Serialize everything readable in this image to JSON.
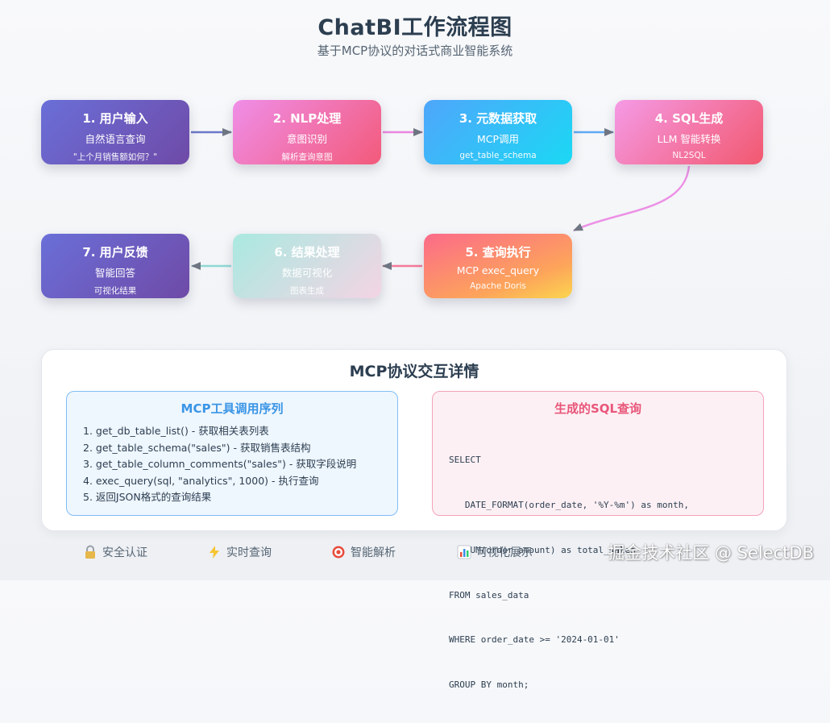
{
  "header": {
    "title": "ChatBI工作流程图",
    "subtitle": "基于MCP协议的对话式商业智能系统"
  },
  "flow": [
    {
      "title": "1. 用户输入",
      "sub": "自然语言查询",
      "note": "\"上个月销售额如何？\""
    },
    {
      "title": "2. NLP处理",
      "sub": "意图识别",
      "note": "解析查询意图"
    },
    {
      "title": "3. 元数据获取",
      "sub": "MCP调用",
      "note": "get_table_schema"
    },
    {
      "title": "4. SQL生成",
      "sub": "LLM 智能转换",
      "note": "NL2SQL"
    },
    {
      "title": "5. 查询执行",
      "sub": "MCP exec_query",
      "note": "Apache Doris"
    },
    {
      "title": "6. 结果处理",
      "sub": "数据可视化",
      "note": "图表生成"
    },
    {
      "title": "7. 用户反馈",
      "sub": "智能回答",
      "note": "可视化结果"
    }
  ],
  "panel": {
    "title": "MCP协议交互详情",
    "tools": {
      "title": "MCP工具调用序列",
      "steps": [
        "1. get_db_table_list() - 获取相关表列表",
        "2. get_table_schema(\"sales\") - 获取销售表结构",
        "3. get_table_column_comments(\"sales\") - 获取字段说明",
        "4. exec_query(sql, \"analytics\", 1000) - 执行查询",
        "5. 返回JSON格式的查询结果"
      ]
    },
    "sql": {
      "title": "生成的SQL查询",
      "lines": [
        "SELECT",
        "   DATE_FORMAT(order_date, '%Y-%m') as month,",
        "   SUM(order_amount) as total_sales",
        "FROM sales_data",
        "WHERE order_date >= '2024-01-01'",
        "GROUP BY month;"
      ]
    }
  },
  "features": [
    {
      "label": "安全认证",
      "icon": "lock-icon"
    },
    {
      "label": "实时查询",
      "icon": "lightning-icon"
    },
    {
      "label": "智能解析",
      "icon": "target-icon"
    },
    {
      "label": "可视化展示",
      "icon": "bar-chart-icon"
    }
  ],
  "watermark": "掘金技术社区 @ SelectDB"
}
